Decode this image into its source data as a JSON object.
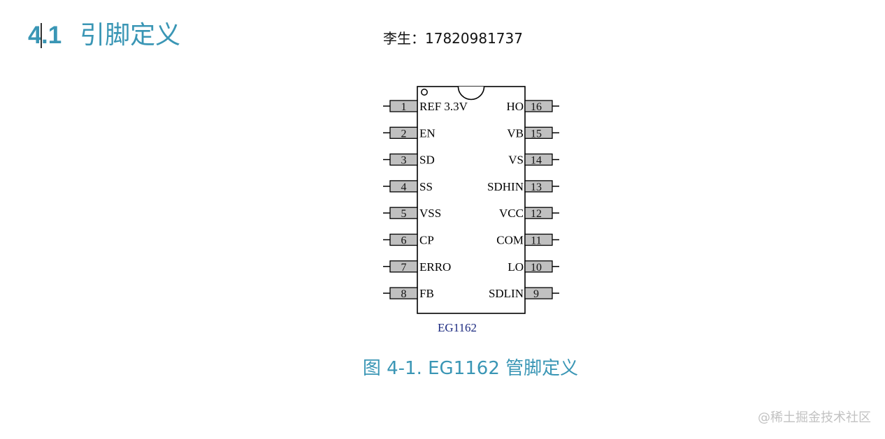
{
  "heading": {
    "number": "4.1",
    "title": "引脚定义"
  },
  "contact": "李生：17820981737",
  "chip": {
    "part_number": "EG1162",
    "left_pins": [
      {
        "num": "1",
        "label": "REF 3.3V"
      },
      {
        "num": "2",
        "label": "EN"
      },
      {
        "num": "3",
        "label": "SD"
      },
      {
        "num": "4",
        "label": "SS"
      },
      {
        "num": "5",
        "label": "VSS"
      },
      {
        "num": "6",
        "label": "CP"
      },
      {
        "num": "7",
        "label": "ERRO"
      },
      {
        "num": "8",
        "label": "FB"
      }
    ],
    "right_pins": [
      {
        "num": "16",
        "label": "HO"
      },
      {
        "num": "15",
        "label": "VB"
      },
      {
        "num": "14",
        "label": "VS"
      },
      {
        "num": "13",
        "label": "SDHIN"
      },
      {
        "num": "12",
        "label": "VCC"
      },
      {
        "num": "11",
        "label": "COM"
      },
      {
        "num": "10",
        "label": "LO"
      },
      {
        "num": "9",
        "label": "SDLIN"
      }
    ],
    "colors": {
      "pin_fill": "#c0c0c0",
      "outline": "#000000",
      "part_label": "#1c2a80"
    }
  },
  "caption": "图 4-1. EG1162 管脚定义",
  "watermark": "@稀土掘金技术社区",
  "colors": {
    "accent": "#3a96b5",
    "watermark": "#c2c2c2"
  }
}
